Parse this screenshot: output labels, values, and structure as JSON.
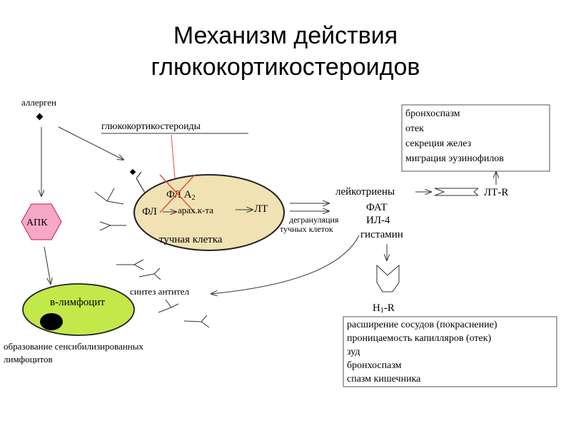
{
  "title": {
    "line1": "Механизм действия",
    "line2": "глюкокортикостероидов"
  },
  "labels": {
    "allergen": "аллерген",
    "glucocorticoids": "глюкокортикостероиды",
    "apk": "АПК",
    "fl_a2": "ФЛ А",
    "fl_a2_sub": "2",
    "fl": "ФЛ",
    "arah": "арах.к-та",
    "lt": "ЛТ",
    "mast_cell": "тучная клетка",
    "degranulation_1": "дегрануляция",
    "degranulation_2": "тучных клеток",
    "leukotrienes": "лейкотриены",
    "lt_r": "ЛТ-R",
    "fat": "ФАТ",
    "il4": "ИЛ-4",
    "histamine": "гистамин",
    "antibody_synthesis": "синтез антител",
    "b_lymphocyte": "в-лимфоцит",
    "sensitized_1": "образование сенсибилизированных",
    "sensitized_2": "лимфоцитов",
    "h1_r_h": "H",
    "h1_r_sub": "1",
    "h1_r_rest": "-R"
  },
  "lt_effects": [
    "бронхоспазм",
    "отек",
    "секреция желез",
    "миграция эузинофилов"
  ],
  "h1_effects": [
    "расширение сосудов (покраснение)",
    "проницаемость капилляров (отек)",
    "зуд",
    "бронхоспазм",
    "спазм кишечника"
  ],
  "colors": {
    "mast_cell_fill": "#f1e2b3",
    "b_cell_fill": "#c2e84a",
    "apk_fill": "#f5a9c6",
    "apk_stroke": "#c2185b",
    "cross": "#e0533b",
    "glucocorticoid_arrow": "#e04848"
  }
}
